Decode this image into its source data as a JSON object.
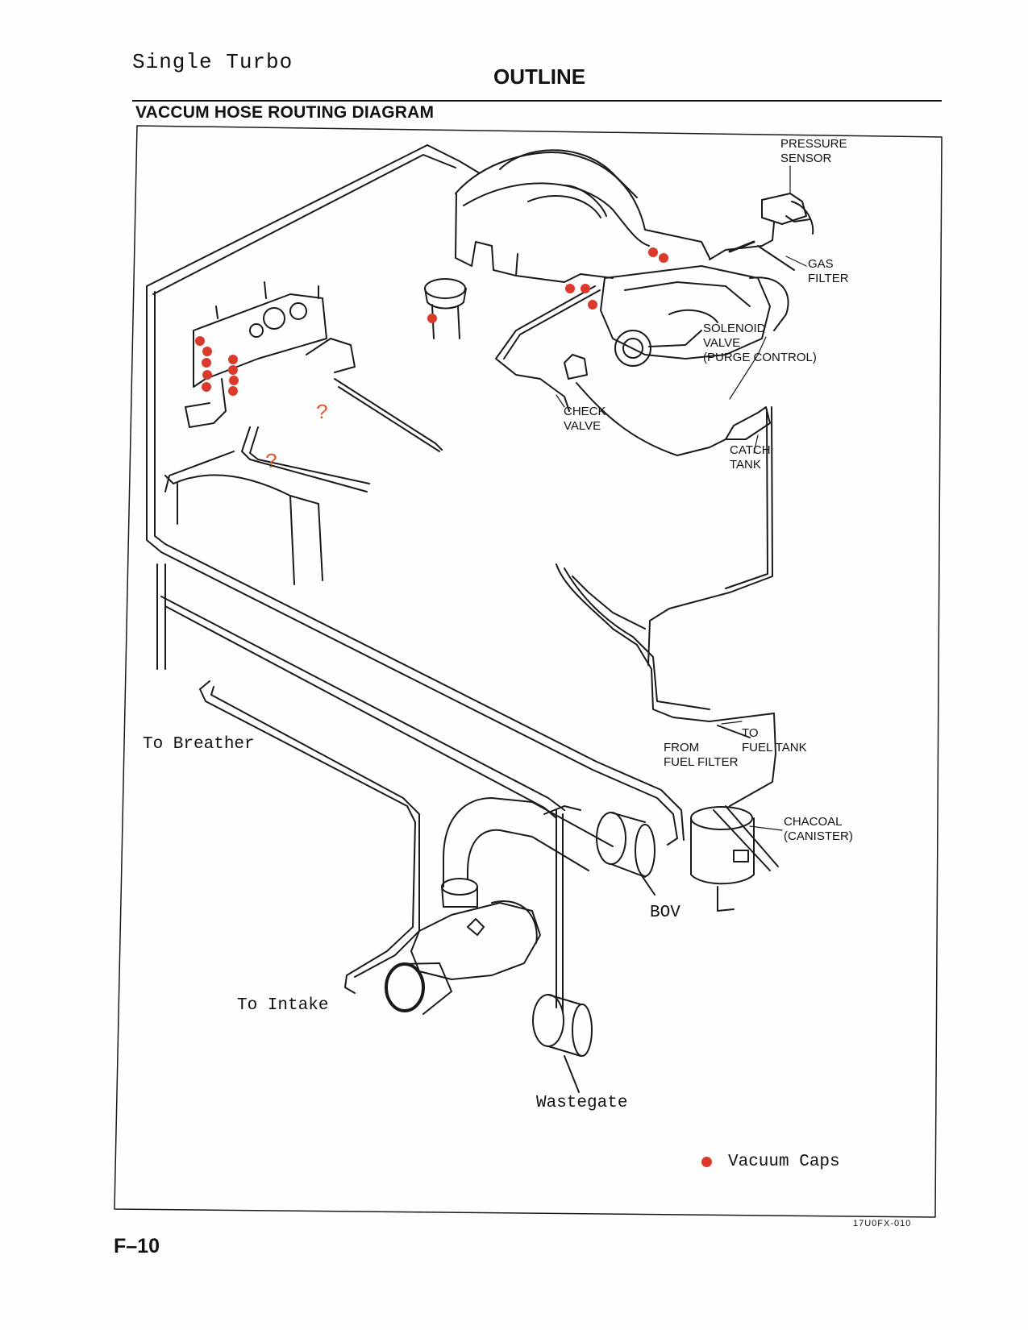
{
  "header": {
    "note": "Single Turbo",
    "section_title": "OUTLINE",
    "diagram_title": "VACCUM HOSE ROUTING DIAGRAM"
  },
  "callouts": {
    "pressure_sensor": "PRESSURE\nSENSOR",
    "gas_filter": "GAS\nFILTER",
    "solenoid_valve": "SOLENOID\nVALVE\n(PURGE CONTROL)",
    "check_valve": "CHECK\nVALVE",
    "catch_tank": "CATCH\nTANK",
    "to_fuel_tank": "TO\nFUEL TANK",
    "from_fuel_filter": "FROM\nFUEL FILTER",
    "chacoal_canister": "CHACOAL\n(CANISTER)"
  },
  "annotations": {
    "to_breather": "To Breather",
    "to_intake": "To Intake",
    "bov": "BOV",
    "wastegate": "Wastegate",
    "unknown_mark": "?"
  },
  "legend": {
    "label": "Vacuum Caps",
    "color": "#d93a2c"
  },
  "footer": {
    "page_number": "F–10",
    "figure_code": "17U0FX-010"
  },
  "colors": {
    "line": "#1a1a1a",
    "vacuum_cap": "#d93a2c",
    "question_mark": "#e0552b"
  }
}
